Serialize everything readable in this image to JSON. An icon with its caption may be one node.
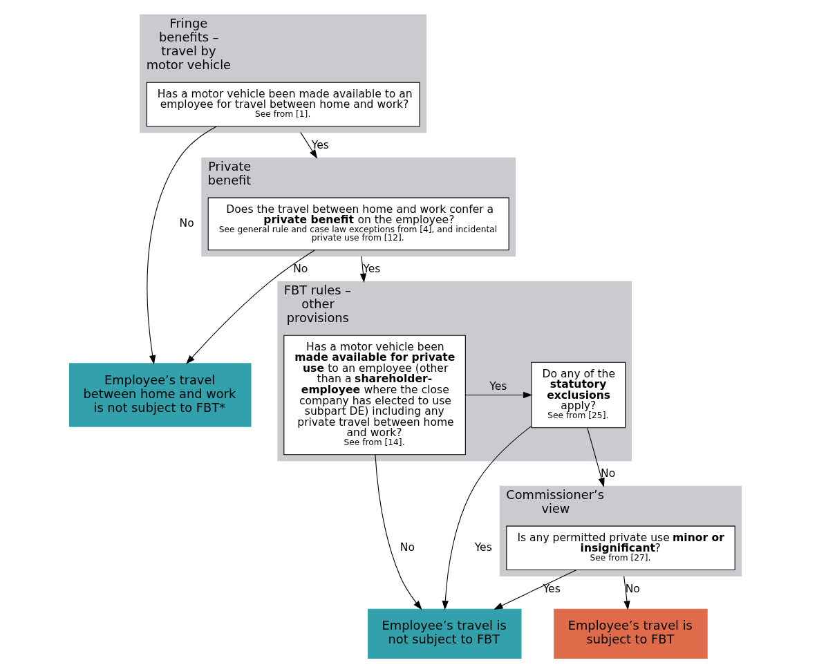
{
  "diagram": {
    "nodes": [
      {
        "text": [
          "Fringe benefits – travel by motor vehicle"
        ]
      },
      {
        "text": [
          "Has a motor vehicle been made available to an employee for travel between home and work?",
          "See from [1]."
        ],
        "in": 0
      },
      {
        "text": [
          "Employee’s travel between home and work is not subject to FBT*"
        ]
      },
      {
        "text": [
          "Private benefit"
        ]
      },
      {
        "text": [
          "Does the travel between home and work confer a **private benefit** on the employee?",
          "See general rule and case law exceptions from [4], and incidental private use from [12]."
        ],
        "in": 3
      },
      {
        "text": [
          "FBT rules – other provisions"
        ]
      },
      {
        "text": [
          "Has a motor vehicle been **made available for private use** to an employee (other than a **shareholder-employee** where the close company has elected to use subpart DE) including any private travel between home and work?",
          "See from [14]."
        ],
        "in": 5
      },
      {
        "text": [
          "Do any of the **statutory exclusions** apply?",
          "See from [25]."
        ],
        "in": 5
      },
      {
        "text": [
          "Employee’s travel is not subject to FBT"
        ]
      },
      {
        "text": [
          "Commissioner’s view"
        ]
      },
      {
        "text": [
          "Is any permitted private use **minor or insignificant**?",
          "See from [27]."
        ],
        "in": 9
      },
      {
        "text": [
          "Employee’s travel is subject to FBT"
        ]
      }
    ],
    "edges": [
      {
        "from": 1,
        "to": 2,
        "arrow": "to",
        "label": "No"
      },
      {
        "from": 0,
        "to": 3,
        "arrow": "to",
        "label": "Yes"
      },
      {
        "from": 4,
        "to": 2,
        "arrow": "to",
        "label": "No"
      },
      {
        "from": 3,
        "to": 5,
        "arrow": "to",
        "label": "Yes"
      },
      {
        "from": 6,
        "to": 8,
        "arrow": "to",
        "label": "No"
      },
      {
        "from": 6,
        "to": 7,
        "arrow": "to",
        "label": "Yes"
      },
      {
        "from": 7,
        "to": 8,
        "arrow": "to",
        "label": "Yes"
      },
      {
        "from": 7,
        "to": 9,
        "arrow": "to",
        "label": "No"
      },
      {
        "from": 10,
        "to": 8,
        "arrow": "to",
        "label": "Yes"
      },
      {
        "from": 9,
        "to": 11,
        "arrow": "to",
        "label": "No"
      }
    ]
  }
}
